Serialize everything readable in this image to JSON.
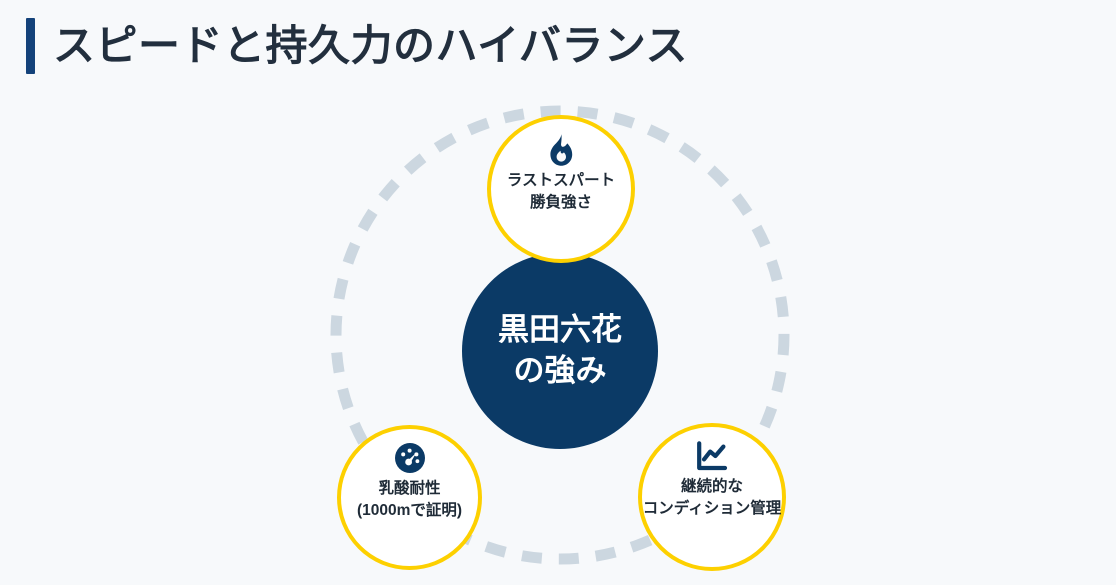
{
  "page": {
    "background_color": "#f7f9fb",
    "title": "スピードと持久力のハイバランス",
    "accent_bar_color": "#14427a",
    "title_color": "#222f3e"
  },
  "diagram": {
    "type": "hub-and-spoke",
    "ring": {
      "style": "dashed",
      "color": "#ccd7e0",
      "name": "dashed-orbit-ring"
    },
    "center": {
      "name": "center-node",
      "fill_color": "#0b3a66",
      "text_color": "#ffffff",
      "lines": [
        "黒田六花",
        "の強み"
      ]
    },
    "nodes": [
      {
        "id": "last-spurt",
        "position": "top",
        "icon": "flame-icon",
        "icon_color": "#0b3a66",
        "border_color": "#fdd000",
        "fill_color": "#ffffff",
        "label": "ラストスパート\n勝負強さ",
        "label_lines": [
          "ラストスパート",
          "勝負強さ"
        ]
      },
      {
        "id": "lactate-tolerance",
        "position": "bottom-left",
        "icon": "gauge-icon",
        "icon_color": "#0b3a66",
        "border_color": "#fdd000",
        "fill_color": "#ffffff",
        "label": "乳酸耐性\n(1000mで証明)",
        "label_lines": [
          "乳酸耐性",
          "(1000mで証明)"
        ]
      },
      {
        "id": "condition-management",
        "position": "bottom-right",
        "icon": "line-chart-icon",
        "icon_color": "#0b3a66",
        "border_color": "#fdd000",
        "fill_color": "#ffffff",
        "label": "継続的な\nコンディション管理",
        "label_lines": [
          "継続的な",
          "コンディション管理"
        ]
      }
    ]
  }
}
